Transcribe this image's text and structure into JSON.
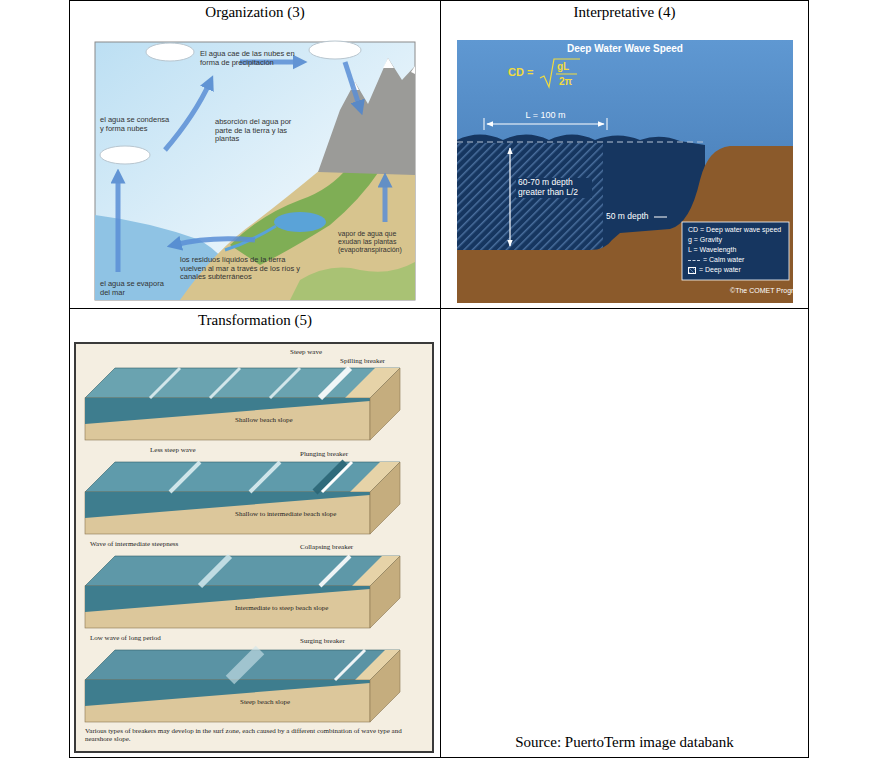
{
  "diagram": {
    "nodes": [
      {
        "text": [
          "Organization (3)"
        ]
      },
      {
        "text": [
          "Interpretative (4)"
        ]
      },
      {
        "text": [
          "Transformation (5)"
        ]
      },
      {
        "text": [
          "Source: PuertoTerm image databank"
        ]
      }
    ],
    "labels": [
      "El agua cae de las nubes en forma de precipitación",
      "el agua se condensa y forma nubes",
      "absorción del agua por parte de la tierra y las plantas",
      "vapor de agua que exudan las plantas (evapotranspiración)",
      "los residuos líquidos de la tierra vuelven al mar a través de los ríos y canales subterráneos",
      "el agua se evapora del mar",
      "Deep Water Wave Speed",
      "CD =",
      "gL",
      "2π",
      "L = 100 m",
      "60-70 m depth greater than L/2",
      "50 m depth",
      "CD = Deep water wave speed",
      "g = Gravity",
      "L = Wavelength",
      "©The COMET Program",
      "Steep wave",
      "Spilling breaker",
      "Shallow beach slope",
      "Less steep wave",
      "Plunging breaker",
      "Shallow to intermediate beach slope",
      "Wave of intermediate steepness",
      "Collapsing breaker",
      "Intermediate to steep beach slope",
      "Low wave of long period",
      "Surging breaker",
      "Steep beach slope",
      "Various types of breakers may develop in the surf zone, each caused by a different combination of wave type and nearshore slope."
    ],
    "legend": [
      {
        "text": "= Calm water"
      },
      {
        "text": "= Deep water"
      }
    ]
  }
}
